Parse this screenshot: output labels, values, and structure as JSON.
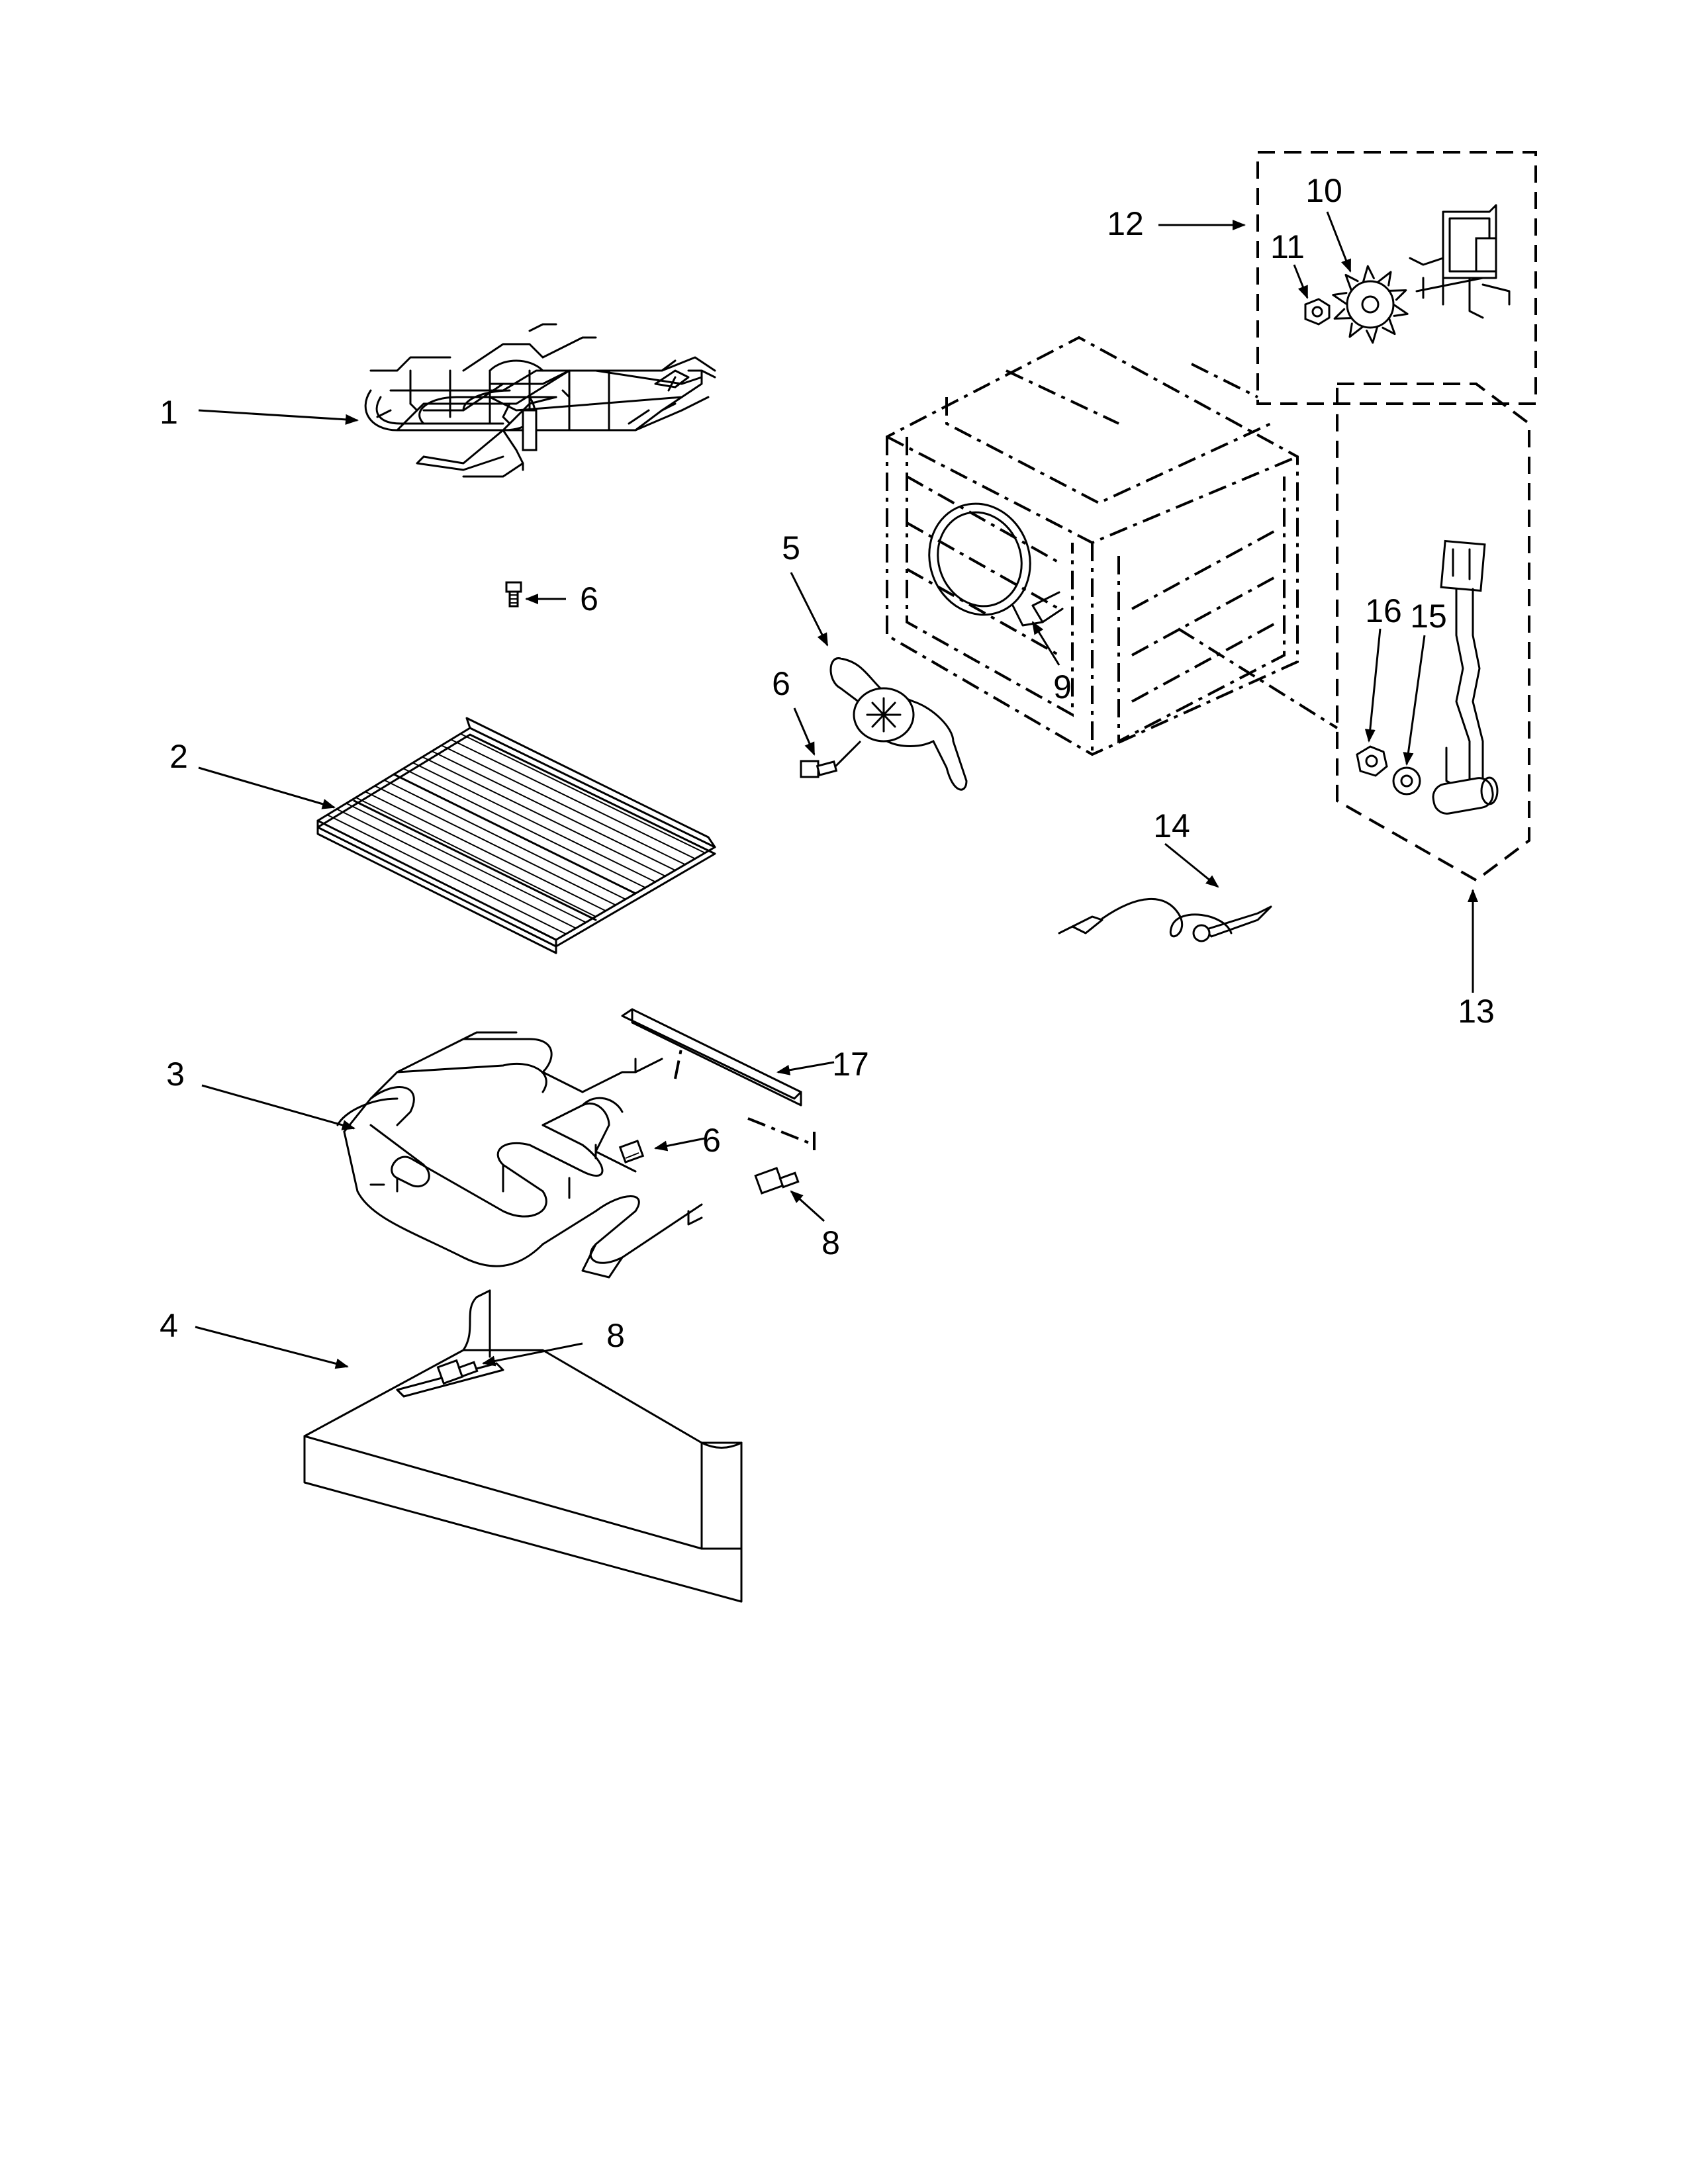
{
  "diagram": {
    "callouts": [
      {
        "id": "c1",
        "label": "1"
      },
      {
        "id": "c2",
        "label": "2"
      },
      {
        "id": "c3",
        "label": "3"
      },
      {
        "id": "c4",
        "label": "4"
      },
      {
        "id": "c5",
        "label": "5"
      },
      {
        "id": "c6a",
        "label": "6"
      },
      {
        "id": "c6b",
        "label": "6"
      },
      {
        "id": "c6c",
        "label": "6"
      },
      {
        "id": "c8a",
        "label": "8"
      },
      {
        "id": "c8b",
        "label": "8"
      },
      {
        "id": "c9",
        "label": "9"
      },
      {
        "id": "c10",
        "label": "10"
      },
      {
        "id": "c11",
        "label": "11"
      },
      {
        "id": "c12",
        "label": "12"
      },
      {
        "id": "c13",
        "label": "13"
      },
      {
        "id": "c14",
        "label": "14"
      },
      {
        "id": "c15",
        "label": "15"
      },
      {
        "id": "c16",
        "label": "16"
      },
      {
        "id": "c17",
        "label": "17"
      }
    ],
    "parts": [
      {
        "callout": "1",
        "icon": "broil-element-icon"
      },
      {
        "callout": "2",
        "icon": "oven-rack-icon"
      },
      {
        "callout": "3",
        "icon": "bake-element-icon"
      },
      {
        "callout": "4",
        "icon": "element-cover-icon"
      },
      {
        "callout": "5",
        "icon": "fan-cover-icon"
      },
      {
        "callout": "6",
        "icon": "screw-icon"
      },
      {
        "callout": "8",
        "icon": "screw-icon"
      },
      {
        "callout": "9",
        "icon": "convection-element-icon"
      },
      {
        "callout": "10",
        "icon": "fan-blade-icon"
      },
      {
        "callout": "11",
        "icon": "nut-icon"
      },
      {
        "callout": "12",
        "icon": "fan-motor-assembly-icon"
      },
      {
        "callout": "13",
        "icon": "door-lock-assembly-icon"
      },
      {
        "callout": "14",
        "icon": "meat-probe-icon"
      },
      {
        "callout": "15",
        "icon": "lock-washer-icon"
      },
      {
        "callout": "16",
        "icon": "nut-icon"
      },
      {
        "callout": "17",
        "icon": "bracket-icon"
      }
    ]
  }
}
